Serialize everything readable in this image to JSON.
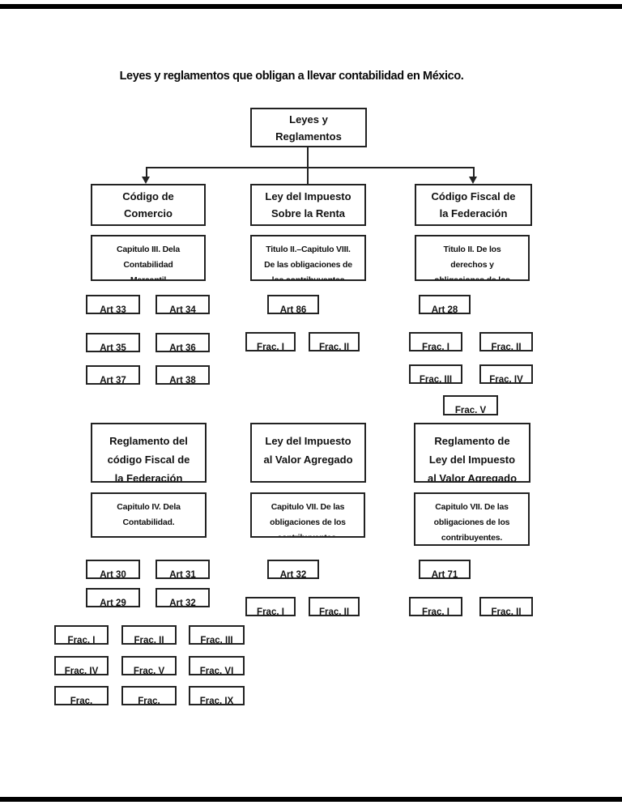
{
  "page": {
    "title": "Leyes y reglamentos que obligan a llevar contabilidad en México."
  },
  "colors": {
    "ink": "#111111",
    "border": "#222222",
    "edge_rule": "#000000",
    "background": "#ffffff"
  },
  "root_box": {
    "line1": "Leyes y",
    "line2": "Reglamentos"
  },
  "laws_top": {
    "comercio": {
      "line1": "Código de",
      "line2": "Comercio"
    },
    "isr": {
      "line1": "Ley del Impuesto",
      "line2": "Sobre la Renta"
    },
    "cff": {
      "line1": "Código Fiscal de",
      "line2": "la Federación"
    }
  },
  "chapters_top": {
    "comercio": {
      "line1": "Capitulo III. Dela",
      "line2": "Contabilidad",
      "line3": "Mercantil"
    },
    "isr": {
      "line1": "Titulo II.–Capitulo VIII.",
      "line2": "De las obligaciones de",
      "line3": "los contribuyentes"
    },
    "cff": {
      "line1": "Titulo II. De los",
      "line2": "derechos y",
      "line3": "obligaciones de los"
    }
  },
  "articles_top": {
    "comercio": [
      "Art 33",
      "Art 34",
      "Art 35",
      "Art 36",
      "Art 37",
      "Art 38"
    ],
    "isr_art": "Art 86",
    "isr_fracs": [
      "Frac. I",
      "Frac. II"
    ],
    "cff_art": "Art 28",
    "cff_fracs": [
      "Frac. I",
      "Frac. II",
      "Frac. III",
      "Frac. IV",
      "Frac. V"
    ]
  },
  "laws_bottom": {
    "rcff": {
      "line1": "Reglamento del",
      "line2": "código Fiscal de",
      "line3": "la Federación"
    },
    "liva": {
      "line1": "Ley del Impuesto",
      "line2": "al Valor Agregado"
    },
    "rliva": {
      "line1": "Reglamento de",
      "line2": "Ley del Impuesto",
      "line3": "al Valor Agregado"
    }
  },
  "chapters_bottom": {
    "rcff": {
      "line1": "Capitulo IV. Dela",
      "line2": "Contabilidad."
    },
    "liva": {
      "line1": "Capitulo VII. De las",
      "line2": "obligaciones de los",
      "line3": "contribuyentes."
    },
    "rliva": {
      "line1": "Capitulo VII. De las",
      "line2": "obligaciones de los",
      "line3": "contribuyentes."
    }
  },
  "articles_bottom": {
    "rcff_arts": [
      "Art 30",
      "Art 31",
      "Art 29",
      "Art 32"
    ],
    "liva_art": "Art 32",
    "liva_fracs": [
      "Frac. I",
      "Frac. II"
    ],
    "rliva_art": "Art 71",
    "rliva_fracs": [
      "Frac. I",
      "Frac. II"
    ],
    "comercio_fracs": [
      "Frac. I",
      "Frac. II",
      "Frac. III",
      "Frac. IV",
      "Frac. V",
      "Frac. VI",
      "Frac.",
      "Frac.",
      "Frac. IX"
    ]
  }
}
